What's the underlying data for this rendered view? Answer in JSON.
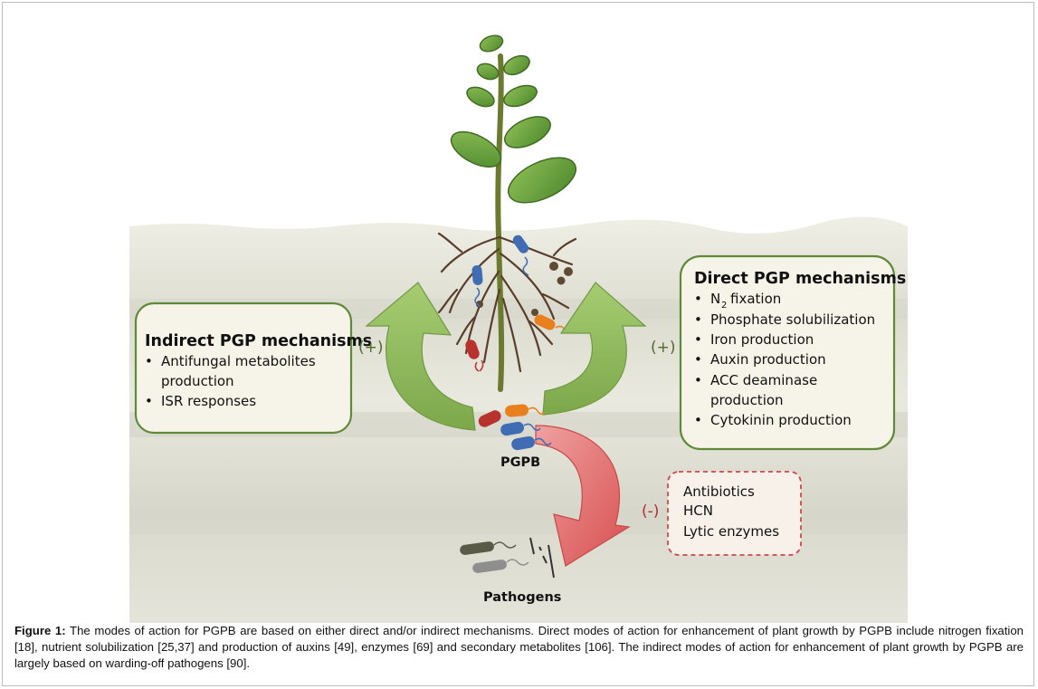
{
  "indirect": {
    "title": "Indirect PGP mechanisms",
    "items": [
      {
        "lines": [
          "Antifungal metabolites",
          "production"
        ]
      },
      {
        "lines": [
          "ISR responses"
        ]
      }
    ]
  },
  "direct": {
    "title": "Direct PGP mechanisms",
    "items": [
      {
        "lines": [
          "N",
          "fixation"
        ],
        "subscript": "2"
      },
      {
        "lines": [
          "Phosphate solubilization"
        ]
      },
      {
        "lines": [
          "Iron production"
        ]
      },
      {
        "lines": [
          "Auxin production"
        ]
      },
      {
        "lines": [
          "ACC deaminase",
          "production"
        ]
      },
      {
        "lines": [
          "Cytokinin production"
        ]
      }
    ]
  },
  "bullet": "•",
  "signs": {
    "left_plus": "(+)",
    "right_plus": "(+)",
    "minus": "(-)"
  },
  "labels": {
    "pgpb": "PGPB",
    "pathogens": "Pathogens"
  },
  "antimicrobial": {
    "items": [
      "Antibiotics",
      "HCN",
      "Lytic enzymes"
    ]
  },
  "caption": {
    "label": "Figure 1:",
    "text": " The modes of action for PGPB are based on either direct and/or indirect mechanisms. Direct modes of action for enhancement of plant growth by PGPB include nitrogen fixation [18], nutrient solubilization [25,37] and production of auxins [49], enzymes [69] and secondary metabolites [106]. The indirect modes of action for enhancement of plant growth by PGPB are largely based on warding-off pathogens [90]."
  },
  "colors": {
    "box_border": "#5f8a3a",
    "box_fill": "#f6f4e8",
    "plus_sign": "#4f6b2a",
    "minus_sign": "#b03030",
    "green_arrow": "#8db85a",
    "red_arrow": "#e06a6a",
    "stem": "#6b7a2e",
    "leaf": "#6fa13f",
    "root": "#5a3d2b",
    "soil_top": "#eeeee2",
    "soil_bottom": "#d4d4c8"
  }
}
